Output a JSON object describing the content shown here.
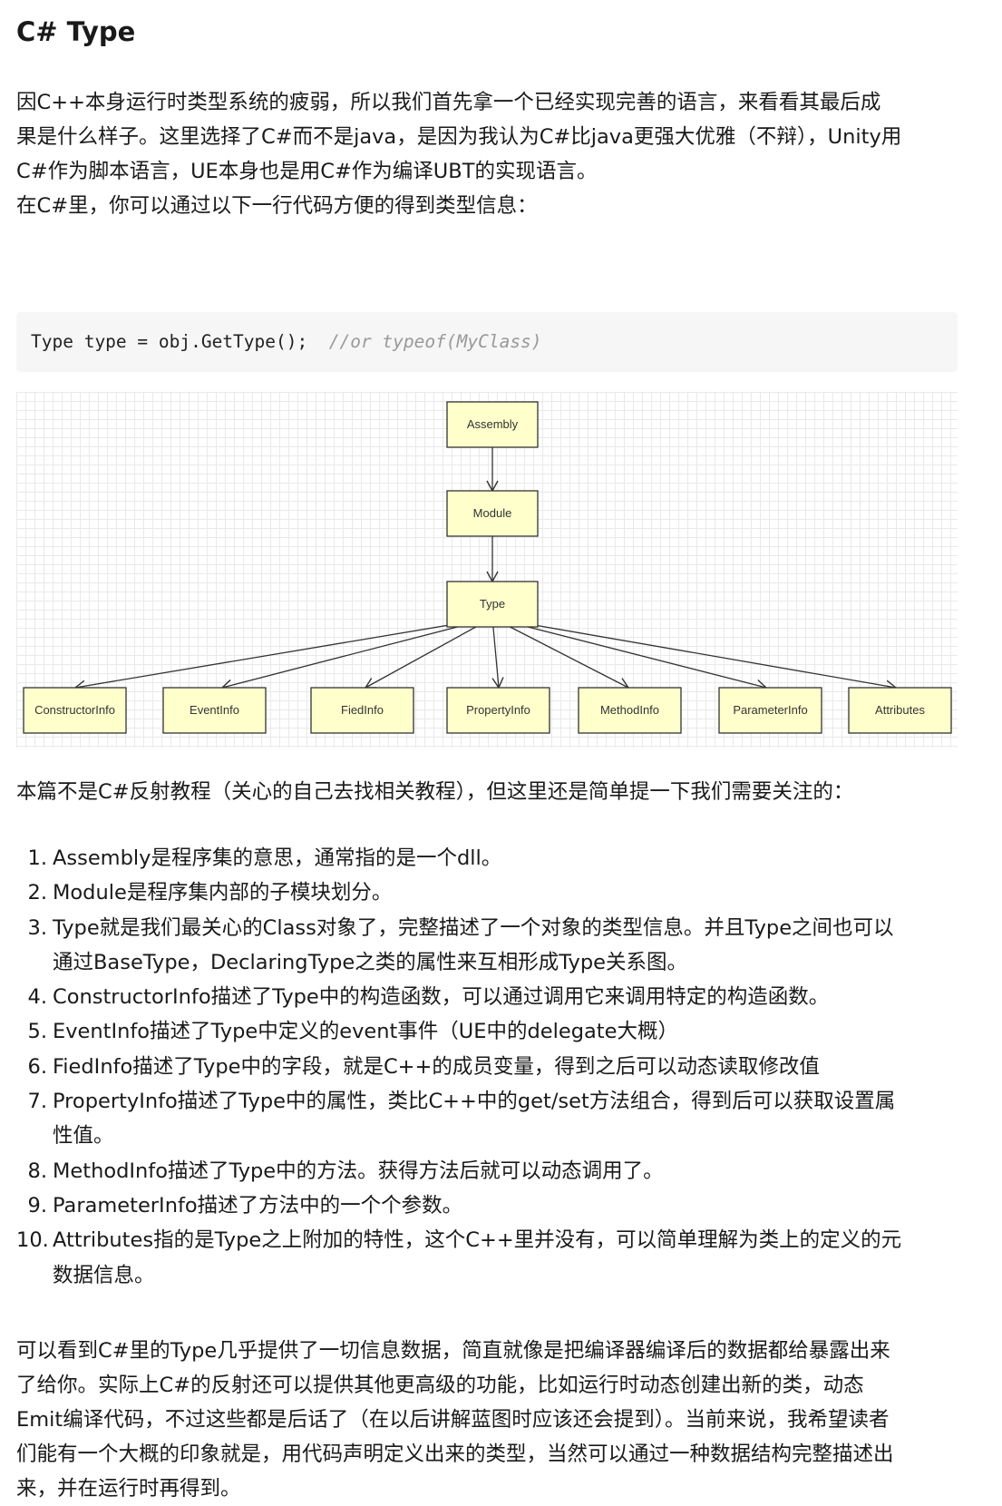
{
  "title": "C# Type",
  "intro_lines": [
    "因C++本身运行时类型系统的疲弱，所以我们首先拿一个已经实现完善的语言，来看看其最后成",
    "果是什么样子。这里选择了C#而不是java，是因为我认为C#比java更强大优雅（不辩），Unity用",
    "C#作为脚本语言，UE本身也是用C#作为编译UBT的实现语言。",
    "在C#里，你可以通过以下一行代码方便的得到类型信息："
  ],
  "code": {
    "statement": "Type type = obj.GetType();",
    "comment": "//or typeof(MyClass)"
  },
  "diagram": {
    "colors": {
      "box_fill": "#ffffcc",
      "box_stroke": "#333333",
      "edge": "#333333"
    },
    "nodes": {
      "assembly": "Assembly",
      "module": "Module",
      "type": "Type",
      "constructor_info": "ConstructorInfo",
      "event_info": "EventInfo",
      "fied_info": "FiedInfo",
      "property_info": "PropertyInfo",
      "method_info": "MethodInfo",
      "parameter_info": "ParameterInfo",
      "attributes": "Attributes"
    }
  },
  "note": "本篇不是C#反射教程（关心的自己去找相关教程），但这里还是简单提一下我们需要关注的：",
  "list_items": [
    {
      "num": "1.",
      "lines": [
        "Assembly是程序集的意思，通常指的是一个dll。"
      ]
    },
    {
      "num": "2.",
      "lines": [
        "Module是程序集内部的子模块划分。"
      ]
    },
    {
      "num": "3.",
      "lines": [
        "Type就是我们最关心的Class对象了，完整描述了一个对象的类型信息。并且Type之间也可以",
        "通过BaseType，DeclaringType之类的属性来互相形成Type关系图。"
      ]
    },
    {
      "num": "4.",
      "lines": [
        "ConstructorInfo描述了Type中的构造函数，可以通过调用它来调用特定的构造函数。"
      ]
    },
    {
      "num": "5.",
      "lines": [
        "EventInfo描述了Type中定义的event事件（UE中的delegate大概）"
      ]
    },
    {
      "num": "6.",
      "lines": [
        "FiedInfo描述了Type中的字段，就是C++的成员变量，得到之后可以动态读取修改值"
      ]
    },
    {
      "num": "7.",
      "lines": [
        "PropertyInfo描述了Type中的属性，类比C++中的get/set方法组合，得到后可以获取设置属",
        "性值。"
      ]
    },
    {
      "num": "8.",
      "lines": [
        "MethodInfo描述了Type中的方法。获得方法后就可以动态调用了。"
      ]
    },
    {
      "num": "9.",
      "lines": [
        "ParameterInfo描述了方法中的一个个参数。"
      ]
    },
    {
      "num": "10.",
      "lines": [
        "Attributes指的是Type之上附加的特性，这个C++里并没有，可以简单理解为类上的定义的元",
        "数据信息。"
      ]
    }
  ],
  "conclusion_lines": [
    "可以看到C#里的Type几乎提供了一切信息数据，简直就像是把编译器编译后的数据都给暴露出来",
    "了给你。实际上C#的反射还可以提供其他更高级的功能，比如运行时动态创建出新的类，动态",
    "Emit编译代码，不过这些都是后话了（在以后讲解蓝图时应该还会提到）。当前来说，我希望读者",
    "们能有一个大概的印象就是，用代码声明定义出来的类型，当然可以通过一种数据结构完整描述出",
    "来，并在运行时再得到。"
  ]
}
